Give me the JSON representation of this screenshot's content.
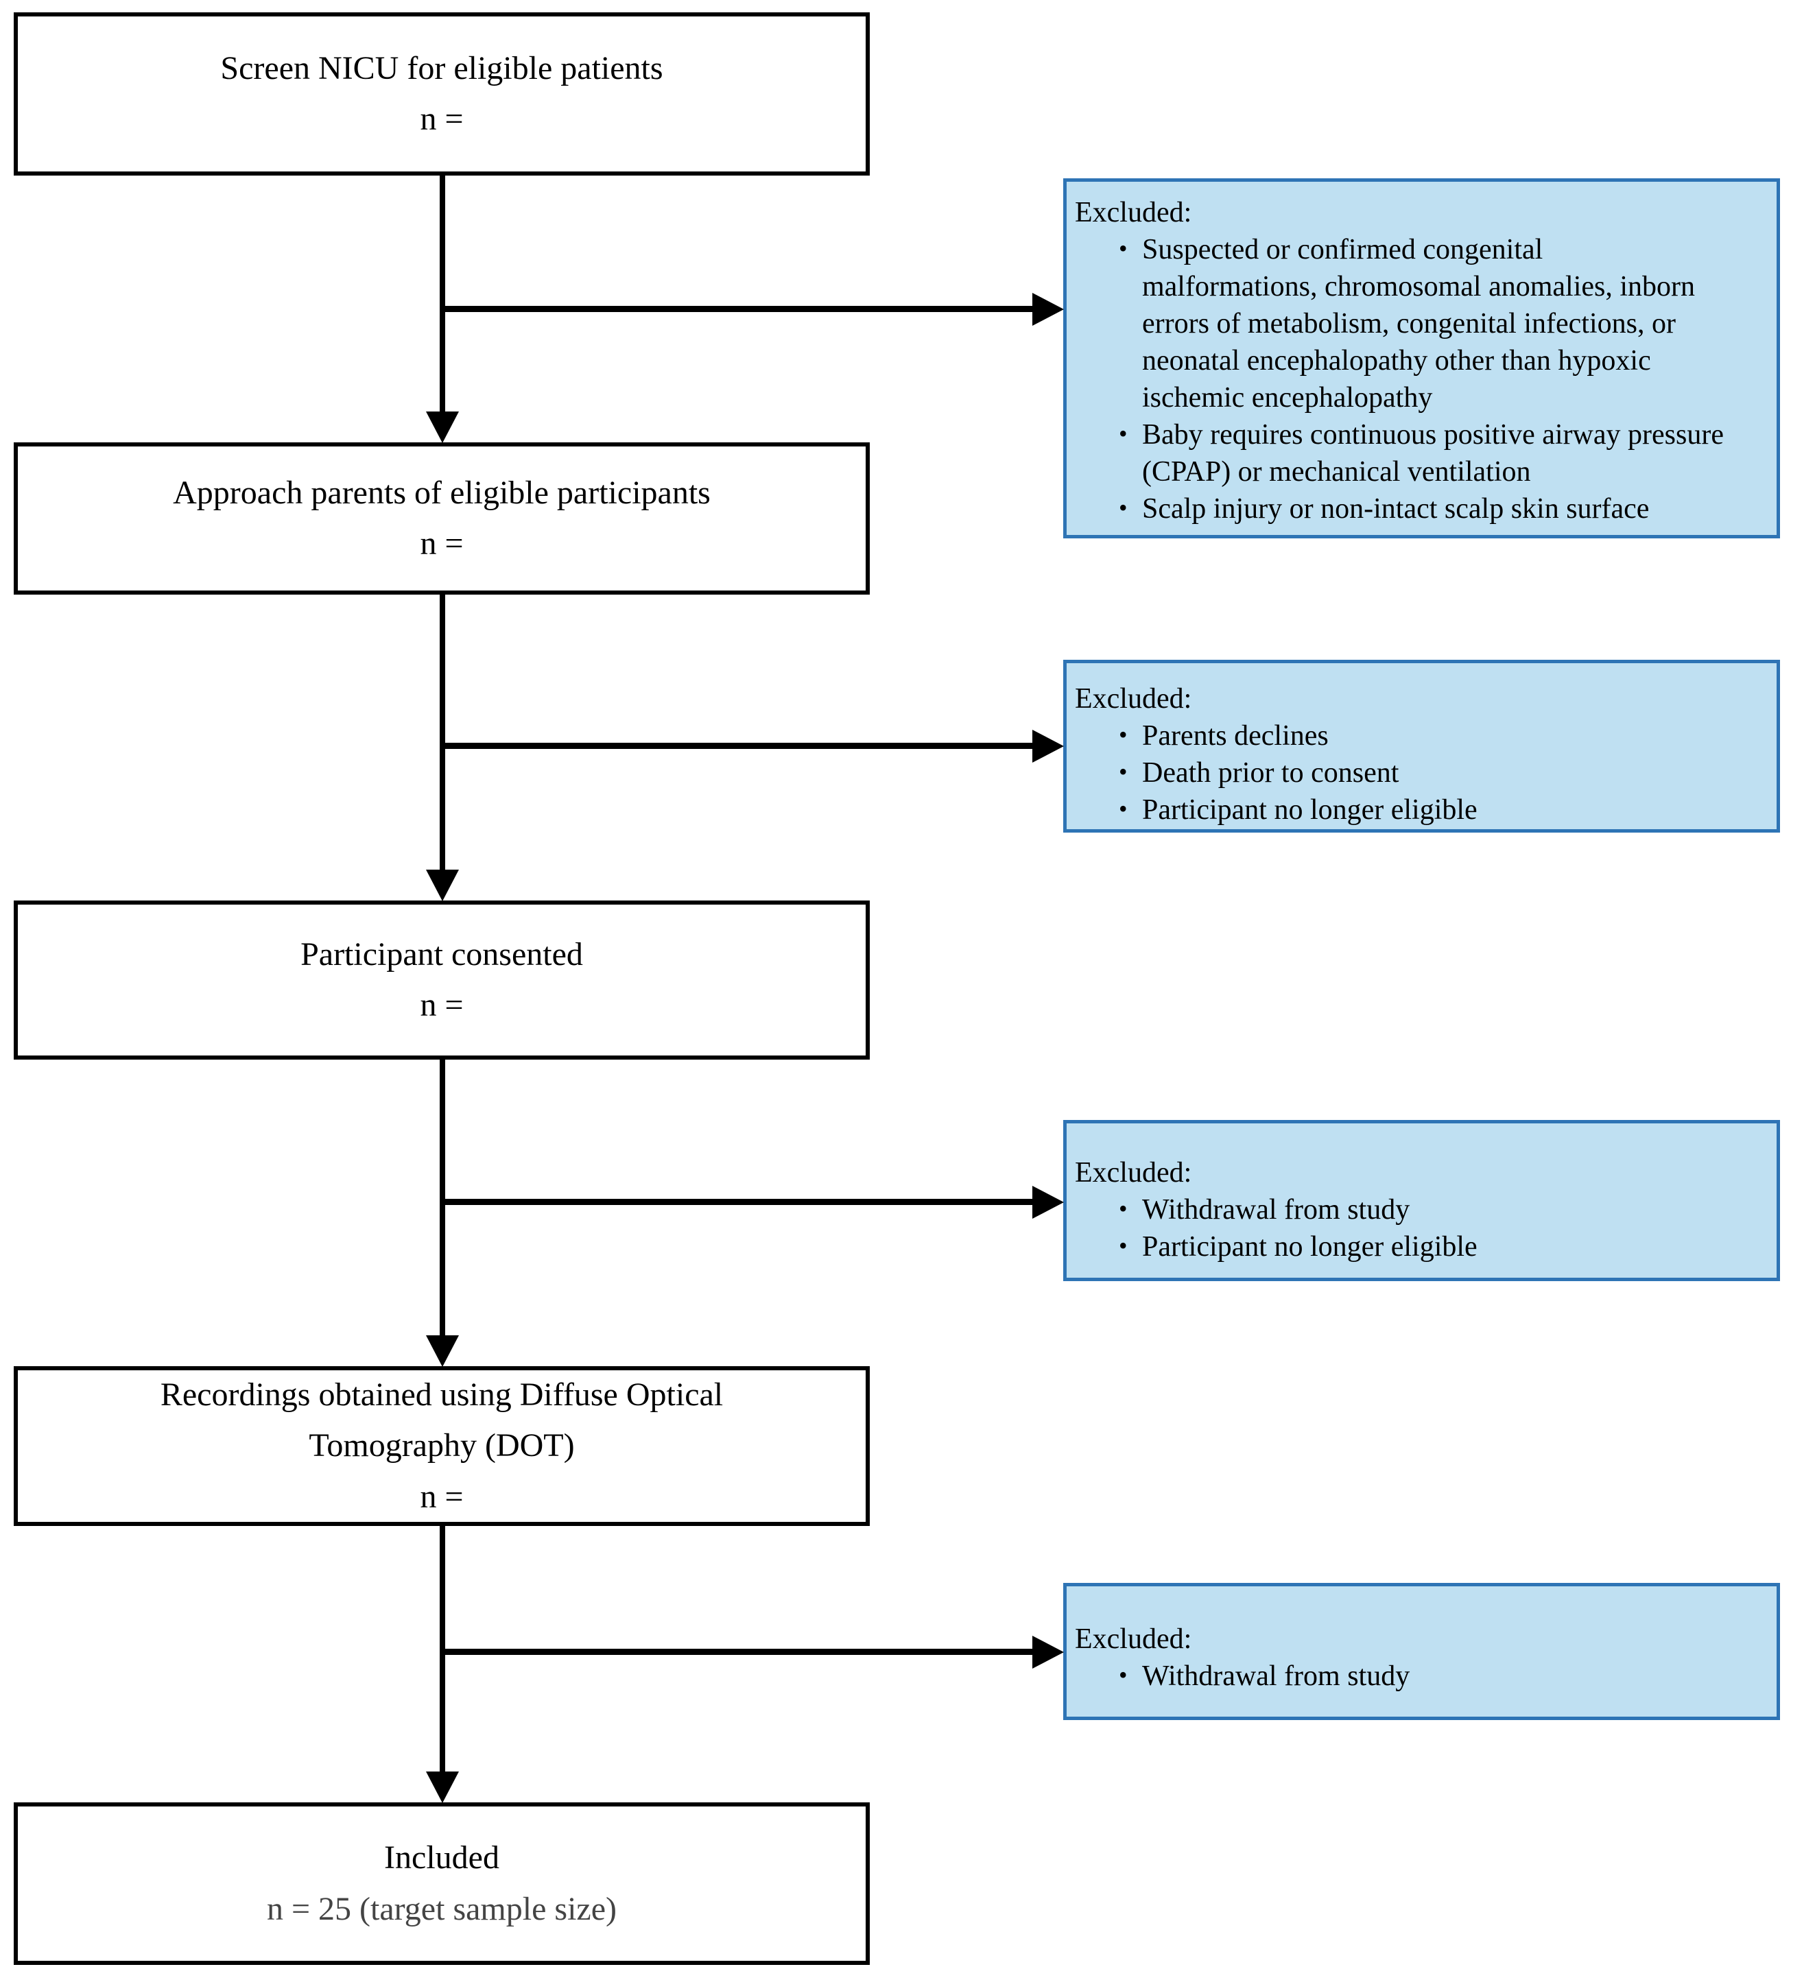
{
  "flow": {
    "steps": [
      {
        "title": "Screen NICU for eligible patients",
        "n_label": "n ="
      },
      {
        "title": "Approach parents of eligible participants",
        "n_label": "n ="
      },
      {
        "title": "Participant consented",
        "n_label": "n ="
      },
      {
        "title": "Recordings obtained using Diffuse Optical Tomography (DOT)",
        "n_label": "n ="
      },
      {
        "title": "Included",
        "n_label": "n = 25 (target sample size)"
      }
    ],
    "exclusions": [
      {
        "heading": "Excluded:",
        "items": [
          "Suspected or confirmed congenital malformations, chromosomal anomalies, inborn errors of metabolism, congenital infections, or neonatal encephalopathy other than hypoxic ischemic encephalopathy",
          "Baby requires continuous positive airway pressure (CPAP) or mechanical ventilation",
          "Scalp injury or non-intact scalp skin surface"
        ]
      },
      {
        "heading": "Excluded:",
        "items": [
          "Parents declines",
          "Death prior to consent",
          "Participant no longer eligible"
        ]
      },
      {
        "heading": "Excluded:",
        "items": [
          "Withdrawal from study",
          "Participant no longer eligible"
        ]
      },
      {
        "heading": "Excluded:",
        "items": [
          "Withdrawal from study"
        ]
      }
    ]
  },
  "colors": {
    "exclusion_fill": "#BFE0F2",
    "exclusion_border": "#2E74B5",
    "box_border": "#000000",
    "included_n_text": "#444444"
  }
}
